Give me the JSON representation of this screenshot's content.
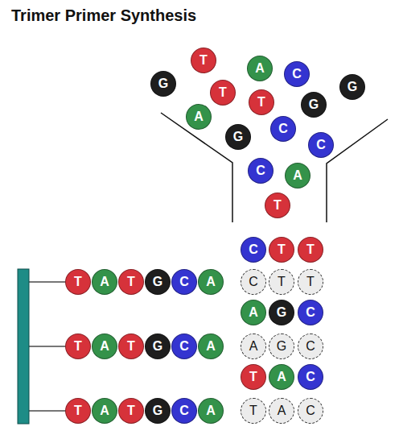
{
  "diagram": {
    "title": "Trimer Primer Synthesis",
    "nodes": [
      {
        "text": [
          "G"
        ]
      },
      {
        "text": [
          "T"
        ]
      },
      {
        "text": [
          "A"
        ]
      },
      {
        "text": [
          "C"
        ]
      },
      {
        "text": [
          "G"
        ]
      },
      {
        "text": [
          "T"
        ]
      },
      {
        "text": [
          "T"
        ]
      },
      {
        "text": [
          "A"
        ]
      },
      {
        "text": [
          "G"
        ]
      },
      {
        "text": [
          "G"
        ]
      },
      {
        "text": [
          "C"
        ]
      },
      {
        "text": [
          "C"
        ]
      },
      {
        "text": [
          "C"
        ]
      },
      {
        "text": [
          "A"
        ]
      },
      {
        "text": [
          "T"
        ]
      },
      {
        "text": [
          "C"
        ]
      },
      {
        "text": [
          "T"
        ]
      },
      {
        "text": [
          "T"
        ]
      },
      {
        "text": [
          "T"
        ]
      },
      {
        "text": [
          "A"
        ]
      },
      {
        "text": [
          "T"
        ]
      },
      {
        "text": [
          "G"
        ]
      },
      {
        "text": [
          "C"
        ]
      },
      {
        "text": [
          "A"
        ]
      },
      {
        "text": [
          "C"
        ]
      },
      {
        "text": [
          "T"
        ]
      },
      {
        "text": [
          "T"
        ]
      },
      {
        "text": [
          "A"
        ]
      },
      {
        "text": [
          "G"
        ]
      },
      {
        "text": [
          "C"
        ]
      },
      {
        "text": [
          "T"
        ]
      },
      {
        "text": [
          "A"
        ]
      },
      {
        "text": [
          "T"
        ]
      },
      {
        "text": [
          "G"
        ]
      },
      {
        "text": [
          "C"
        ]
      },
      {
        "text": [
          "A"
        ]
      },
      {
        "text": [
          "A"
        ]
      },
      {
        "text": [
          "G"
        ]
      },
      {
        "text": [
          "C"
        ]
      },
      {
        "text": [
          "T"
        ]
      },
      {
        "text": [
          "A"
        ]
      },
      {
        "text": [
          "C"
        ]
      },
      {
        "text": [
          "T"
        ]
      },
      {
        "text": [
          "A"
        ]
      },
      {
        "text": [
          "T"
        ]
      },
      {
        "text": [
          "G"
        ]
      },
      {
        "text": [
          "C"
        ]
      },
      {
        "text": [
          "A"
        ]
      },
      {
        "text": [
          "T"
        ]
      },
      {
        "text": [
          "A"
        ]
      },
      {
        "text": [
          "C"
        ]
      }
    ]
  }
}
